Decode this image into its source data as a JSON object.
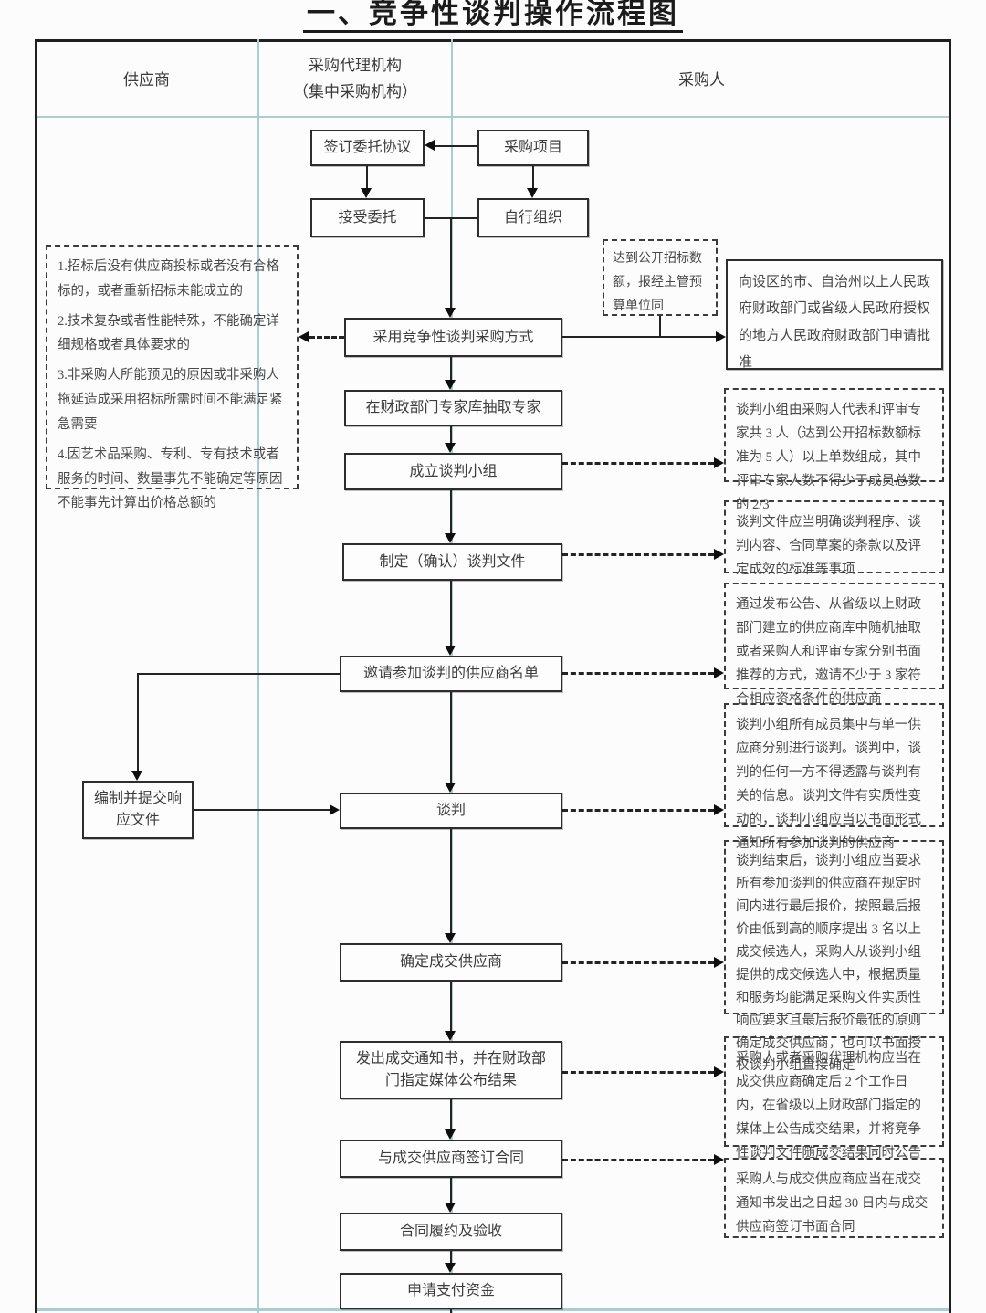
{
  "title": "一、竞争性谈判操作流程图",
  "lanes": {
    "supplier": "供应商",
    "agency_line1": "采购代理机构",
    "agency_line2": "（集中采购机构）",
    "purchaser": "采购人"
  },
  "nodes": {
    "sign_agreement": "签订委托协议",
    "procurement_project": "采购项目",
    "accept_entrustment": "接受委托",
    "self_organize": "自行组织",
    "adopt_method": "采用竞争性谈判采购方式",
    "extract_experts": "在财政部门专家库抽取专家",
    "form_group": "成立谈判小组",
    "formulate_docs": "制定（确认）谈判文件",
    "invite_list": "邀请参加谈判的供应商名单",
    "prepare_response": "编制并提交响应文件",
    "negotiate": "谈判",
    "determine_supplier": "确定成交供应商",
    "issue_notice": "发出成交通知书，并在财政部门指定媒体公布结果",
    "sign_contract": "与成交供应商签订合同",
    "performance_acceptance": "合同履约及验收",
    "apply_payment": "申请支付资金"
  },
  "notes": {
    "left_conditions": [
      "1.招标后没有供应商投标或者没有合格标的，或者重新招标未能成立的",
      "2.技术复杂或者性能特殊，不能确定详细规格或者具体要求的",
      "3.非采购人所能预见的原因或非采购人拖延造成采用招标所需时间不能满足紧急需要",
      "4.因艺术品采购、专利、专有技术或者服务的时间、数量事先不能确定等原因不能事先计算出价格总额的"
    ],
    "threshold": "达到公开招标数额，报经主管预算单位同",
    "approval": "向设区的市、自治州以上人民政府财政部门或省级人民政府授权的地方人民政府财政部门申请批准",
    "group_rule": "谈判小组由采购人代表和评审专家共 3 人（达到公开招标数额标准为 5 人）以上单数组成，其中评审专家人数不得少于成员总数的 2/3",
    "docs_rule": "谈判文件应当明确谈判程序、谈判内容、合同草案的条款以及评定成效的标准等事项",
    "invite_rule": "通过发布公告、从省级以上财政部门建立的供应商库中随机抽取或者采购人和评审专家分别书面推荐的方式，邀请不少于 3 家符合相应资格条件的供应商",
    "negotiate_rule": "谈判小组所有成员集中与单一供应商分别进行谈判。谈判中，谈判的任何一方不得透露与谈判有关的信息。谈判文件有实质性变动的，谈判小组应当以书面形式通知所有参加谈判的供应商",
    "final_quote_rule": "谈判结束后，谈判小组应当要求所有参加谈判的供应商在规定时间内进行最后报价，按照最后报价由低到高的顺序提出 3 名以上成交候选人，采购人从谈判小组提供的成交候选人中，根据质量和服务均能满足采购文件实质性响应要求且最后报价最低的原则确定成交供应商，也可以书面授权谈判小组直接确定",
    "announce_rule": "采购人或者采购代理机构应当在成交供应商确定后 2 个工作日内，在省级以上财政部门指定的媒体上公告成交结果，并将竞争性谈判文件随成交结果同时公告",
    "contract_rule": "采购人与成交供应商应当在成交通知书发出之日起 30 日内与成交供应商签订书面合同"
  },
  "colors": {
    "accent_teal": "#a9cdd3",
    "line": "#232323",
    "paper": "#fcfcfc"
  }
}
